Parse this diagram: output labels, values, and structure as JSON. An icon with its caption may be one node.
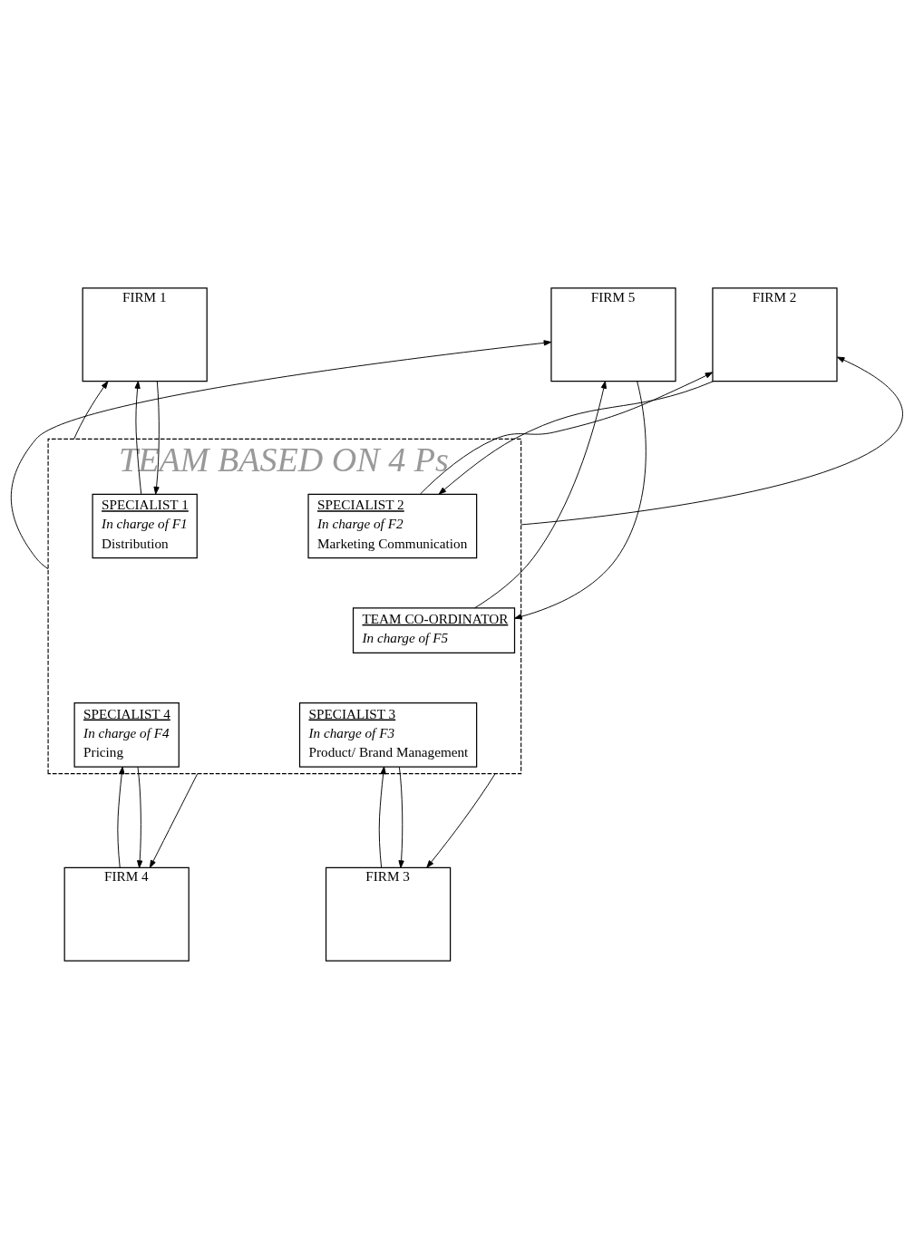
{
  "diagram": {
    "nodes": [
      {
        "text": [
          "FIRM 1"
        ]
      },
      {
        "text": [
          "FIRM 5"
        ]
      },
      {
        "text": [
          "FIRM 2"
        ]
      },
      {
        "text": [
          "TEAM BASED ON 4 Ps"
        ]
      },
      {
        "text": [
          "SPECIALIST 1",
          "In charge of F1",
          "Distribution"
        ],
        "in": 3
      },
      {
        "text": [
          "SPECIALIST 2",
          "In charge of F2",
          "Marketing Communication"
        ],
        "in": 3
      },
      {
        "text": [
          "TEAM CO-ORDINATOR",
          "In charge of F5"
        ],
        "in": 3
      },
      {
        "text": [
          "SPECIALIST 4",
          "In charge of F4",
          "Pricing"
        ],
        "in": 3
      },
      {
        "text": [
          "SPECIALIST 3",
          "In charge of F3",
          "Product/ Brand Management"
        ],
        "in": 3
      },
      {
        "text": [
          "FIRM 4"
        ]
      },
      {
        "text": [
          "FIRM 3"
        ]
      }
    ],
    "edges": [
      {
        "from": 4,
        "to": 0,
        "arrow": "to"
      },
      {
        "from": 3,
        "to": 0,
        "arrow": "to"
      },
      {
        "from": 0,
        "to": 4,
        "arrow": "to"
      },
      {
        "from": 6,
        "to": 1,
        "arrow": "to"
      },
      {
        "from": 3,
        "to": 1,
        "arrow": "to"
      },
      {
        "from": 1,
        "to": 6,
        "arrow": "to"
      },
      {
        "from": 5,
        "to": 2,
        "arrow": "to"
      },
      {
        "from": 3,
        "to": 2,
        "arrow": "to"
      },
      {
        "from": 2,
        "to": 5,
        "arrow": "to"
      },
      {
        "from": 9,
        "to": 7,
        "arrow": "to"
      },
      {
        "from": 3,
        "to": 9,
        "arrow": "to"
      },
      {
        "from": 7,
        "to": 9,
        "arrow": "to"
      },
      {
        "from": 10,
        "to": 8,
        "arrow": "to"
      },
      {
        "from": 3,
        "to": 10,
        "arrow": "to"
      },
      {
        "from": 8,
        "to": 10,
        "arrow": "to"
      }
    ]
  }
}
